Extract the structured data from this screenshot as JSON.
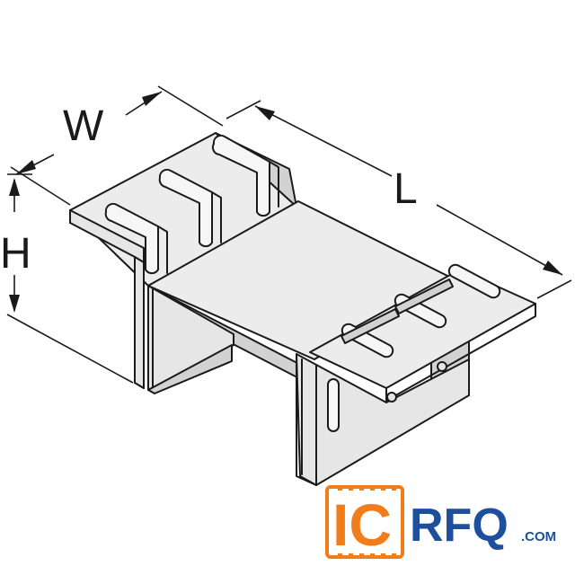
{
  "dimensions": {
    "width_label": "W",
    "length_label": "L",
    "height_label": "H"
  },
  "logo": {
    "brand_ic": "IC",
    "brand_rfq": "RFQ",
    "brand_com": ".COM",
    "colors": {
      "orange": "#f07d1a",
      "blue": "#1e4f9c",
      "dark": "#2a2a2a"
    }
  }
}
